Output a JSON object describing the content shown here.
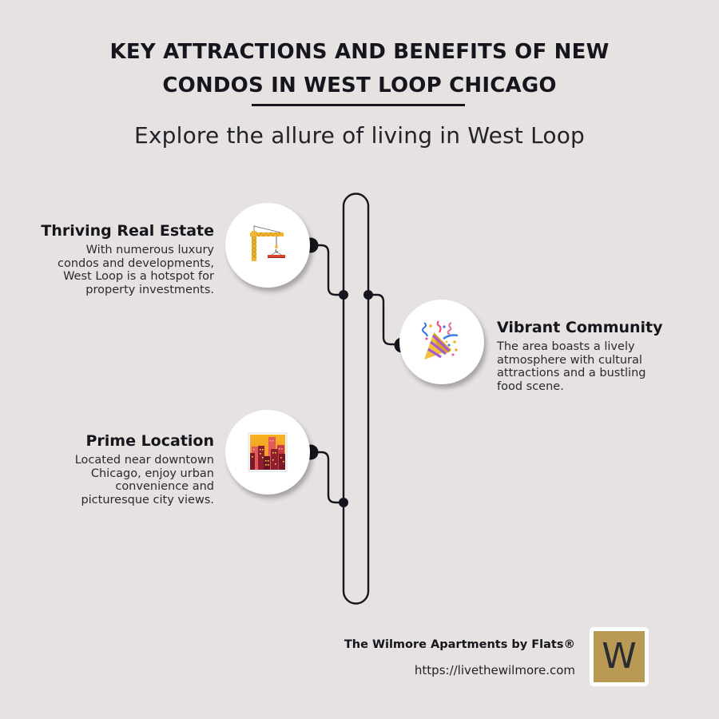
{
  "header": {
    "title_line1": "KEY ATTRACTIONS AND BENEFITS OF NEW",
    "title_line2": "CONDOS IN WEST LOOP CHICAGO",
    "subtitle": "Explore the allure of living in West Loop"
  },
  "items": [
    {
      "title": "Thriving Real Estate",
      "desc_lines": [
        "With numerous luxury",
        "condos and developments,",
        "West Loop is a hotspot for",
        "property investments."
      ],
      "icon": "construction-crane-icon",
      "side": "left"
    },
    {
      "title": "Vibrant Community",
      "desc_lines": [
        "The area boasts a lively",
        "atmosphere with cultural",
        "attractions and a bustling",
        "food scene."
      ],
      "icon": "party-popper-icon",
      "side": "right"
    },
    {
      "title": "Prime Location",
      "desc_lines": [
        "Located near downtown",
        "Chicago, enjoy urban",
        "convenience and",
        "picturesque city views."
      ],
      "icon": "cityscape-sunset-icon",
      "side": "left"
    }
  ],
  "footer": {
    "brand": "The Wilmore Apartments by Flats®",
    "url": "https://livethewilmore.com",
    "logo_letter": "W"
  },
  "colors": {
    "background": "#e6e2e1",
    "ink": "#16151d",
    "logo_gold": "#b89a55"
  }
}
